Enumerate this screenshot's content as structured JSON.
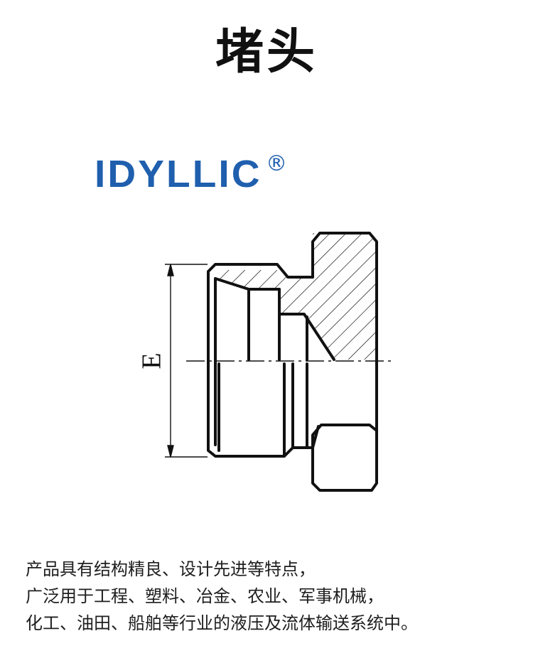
{
  "title": "堵头",
  "brand": {
    "name": "IDYLLIC",
    "registered_mark": "®",
    "color": "#1f5fae"
  },
  "drawing": {
    "dimension_label": "E",
    "line_color": "#111111"
  },
  "description": {
    "lines": [
      "产品具有结构精良、设计先进等特点，",
      "广泛用于工程、塑料、冶金、农业、军事机械，",
      "化工、油田、船舶等行业的液压及流体输送系统中。"
    ]
  }
}
